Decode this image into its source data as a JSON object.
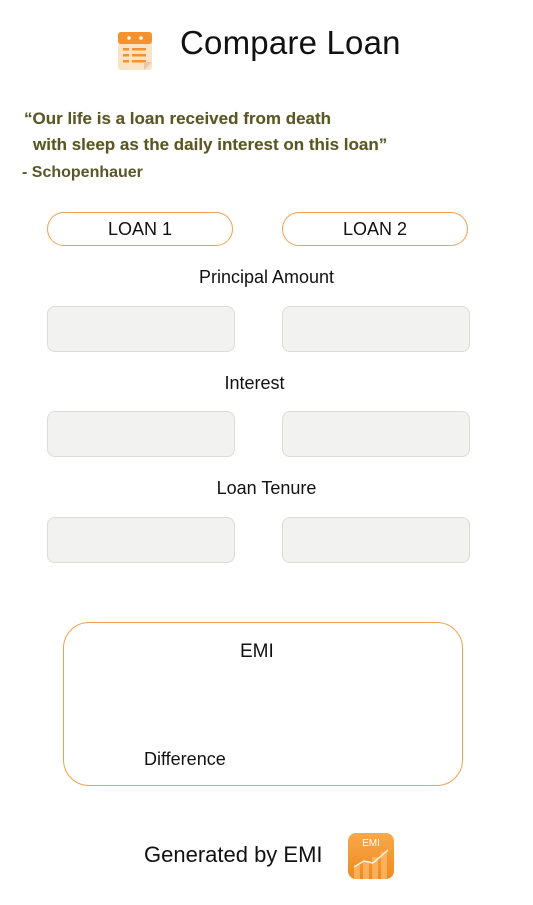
{
  "header": {
    "title": "Compare Loan",
    "icon": "notepad-icon"
  },
  "quote": {
    "line1": "“Our life is a loan received from death",
    "line2": "with sleep as the daily interest on this loan”",
    "author": "- Schopenhauer"
  },
  "tabs": {
    "loan1": "LOAN 1",
    "loan2": "LOAN 2"
  },
  "labels": {
    "principal": "Principal Amount",
    "interest": "Interest",
    "tenure": "Loan Tenure"
  },
  "fields": {
    "principal1": "",
    "principal2": "",
    "interest1": "",
    "interest2": "",
    "tenure1": "",
    "tenure2": ""
  },
  "result": {
    "emi_label": "EMI",
    "difference_label": "Difference"
  },
  "footer": {
    "text": "Generated by EMI",
    "badge_text": "EMI",
    "badge_icon": "emi-chart-icon"
  },
  "colors": {
    "accent": "#f0a050",
    "quote": "#5a5628",
    "field_bg": "#f2f2f0"
  }
}
